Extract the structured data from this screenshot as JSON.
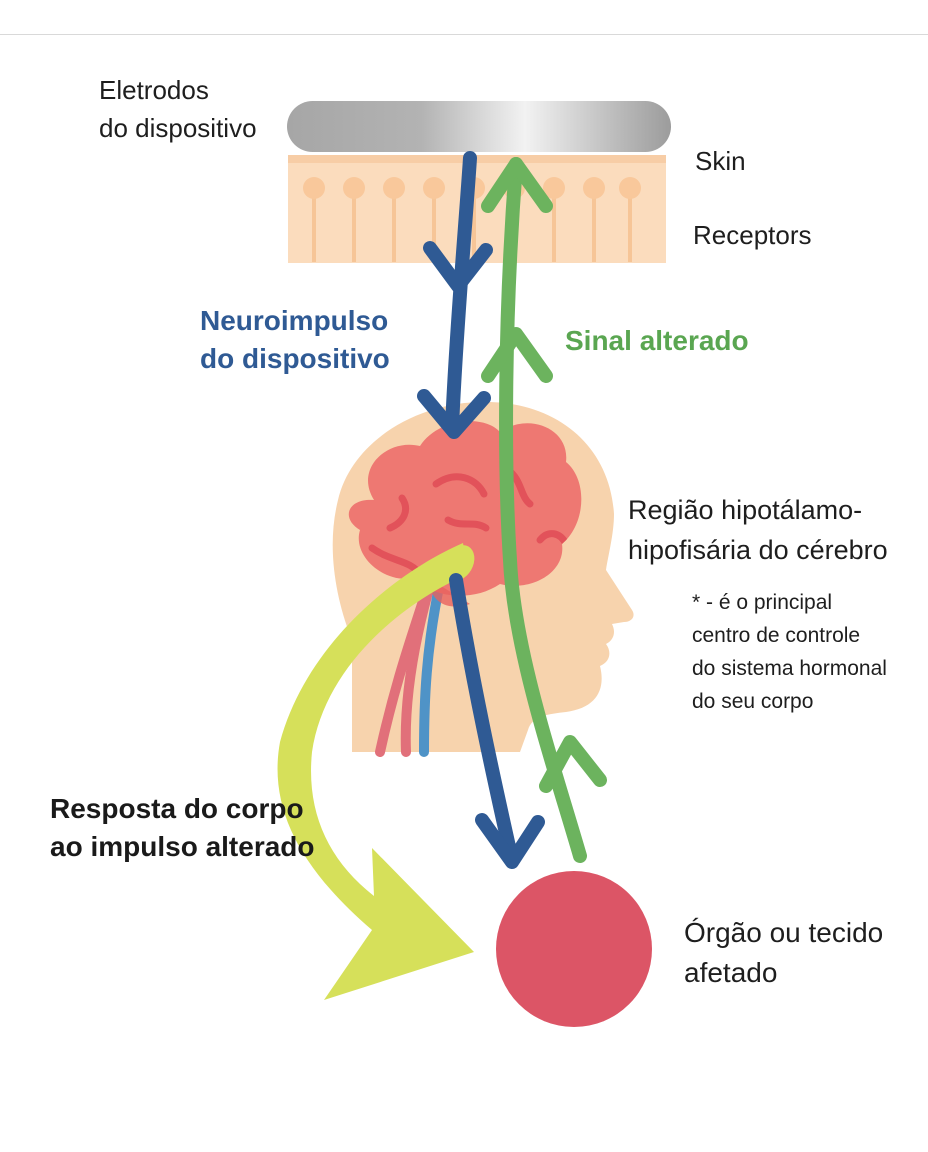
{
  "labels": {
    "electrodes": [
      "Eletrodos",
      "do dispositivo"
    ],
    "skin": "Skin",
    "receptors": "Receptors",
    "neuroimpulse": [
      "Neuroimpulso",
      "do dispositivo"
    ],
    "altered_signal": "Sinal alterado",
    "hypothalamus": [
      "Região hipotálamo-",
      "hipofisária do cérebro"
    ],
    "note": [
      "* - é o principal",
      "centro de controle",
      "do sistema hormonal",
      "do seu corpo"
    ],
    "body_response": [
      "Resposta do corpo",
      "ao impulso alterado"
    ],
    "organ": [
      "Órgão ou tecido",
      "afetado"
    ]
  },
  "colors": {
    "neuroimpulse_arrow": "#2f5a94",
    "signal_arrow": "#6cb35e",
    "response_arrow": "#d6e05a",
    "organ": "#dc5566",
    "brain": "#ee7872",
    "head": "#f7d3ad",
    "skin_layer": "#fbdcbd",
    "receptor": "#f9c89b",
    "electrode": "#a9a9a9",
    "artery": "#e1707a",
    "vein": "#4f93c7"
  },
  "icons": {
    "electrode": "electrode-bar",
    "receptors": "receptor-row",
    "head": "head-profile-icon",
    "brain": "brain-icon",
    "hypothalamus": "hypothalamus-spot-icon",
    "organ": "organ-circle"
  }
}
